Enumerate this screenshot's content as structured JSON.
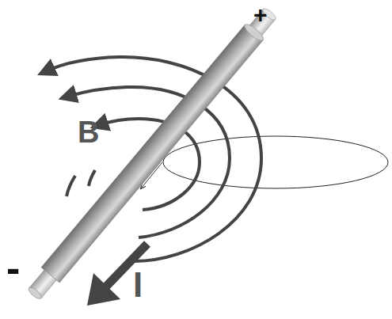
{
  "diagram": {
    "labels": [
      "+",
      "B",
      "-",
      "I"
    ]
  }
}
